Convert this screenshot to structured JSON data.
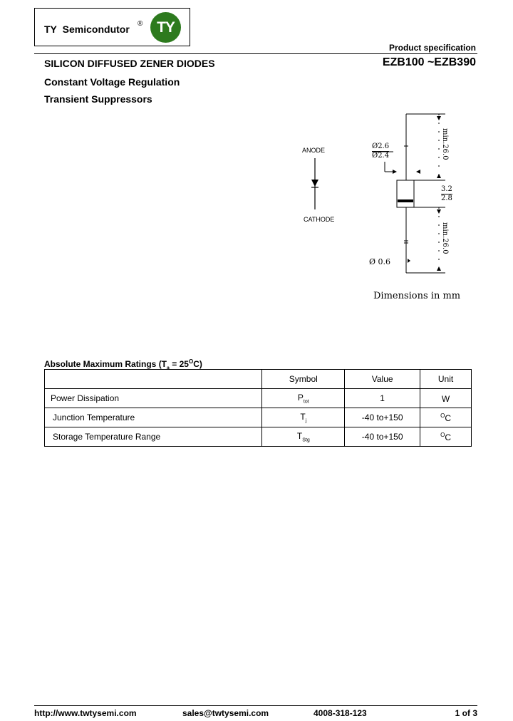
{
  "header": {
    "company_prefix": "TY",
    "company_name": "Semicondutor",
    "registered_mark": "®",
    "logo_mark": "TY",
    "spec_label": "Product specification"
  },
  "title": {
    "product_type": "SILICON DIFFUSED ZENER DIODES",
    "part_range": "EZB100 ~EZB390",
    "features": [
      "Constant Voltage Regulation",
      "Transient Suppressors"
    ]
  },
  "diagram": {
    "anode_label": "ANODE",
    "cathode_label": "CATHODE",
    "body_diameter_max": "Ø2.6",
    "body_diameter_min": "Ø2.4",
    "lead_length_top": "min.26.0",
    "body_length_max": "3.2",
    "body_length_min": "2.8",
    "lead_length_bottom": "min.26.0",
    "lead_diameter": "Ø 0.6",
    "caption": "Dimensions in mm"
  },
  "ratings": {
    "title_pre": "Absolute Maximum Ratings (T",
    "title_sub": "a",
    "title_mid": " = 25",
    "title_sup": "O",
    "title_post": "C)",
    "headers": [
      "Symbol",
      "Value",
      "Unit"
    ],
    "rows": [
      {
        "parameter": "Power Dissipation",
        "symbol": "P",
        "symbol_sub": "tot",
        "value": "1",
        "unit_sup": "",
        "unit": "W"
      },
      {
        "parameter": "Junction Temperature",
        "symbol": "T",
        "symbol_sub": "j",
        "value": "-40 to+150",
        "unit_sup": "O",
        "unit": "C"
      },
      {
        "parameter": "Storage Temperature Range",
        "symbol": "T",
        "symbol_sub": "Stg",
        "value": "-40 to+150",
        "unit_sup": "O",
        "unit": "C"
      }
    ]
  },
  "footer": {
    "website": "http://www.twtysemi.com",
    "email": "sales@twtysemi.com",
    "phone": "4008-318-123",
    "page": "1 of 3"
  }
}
